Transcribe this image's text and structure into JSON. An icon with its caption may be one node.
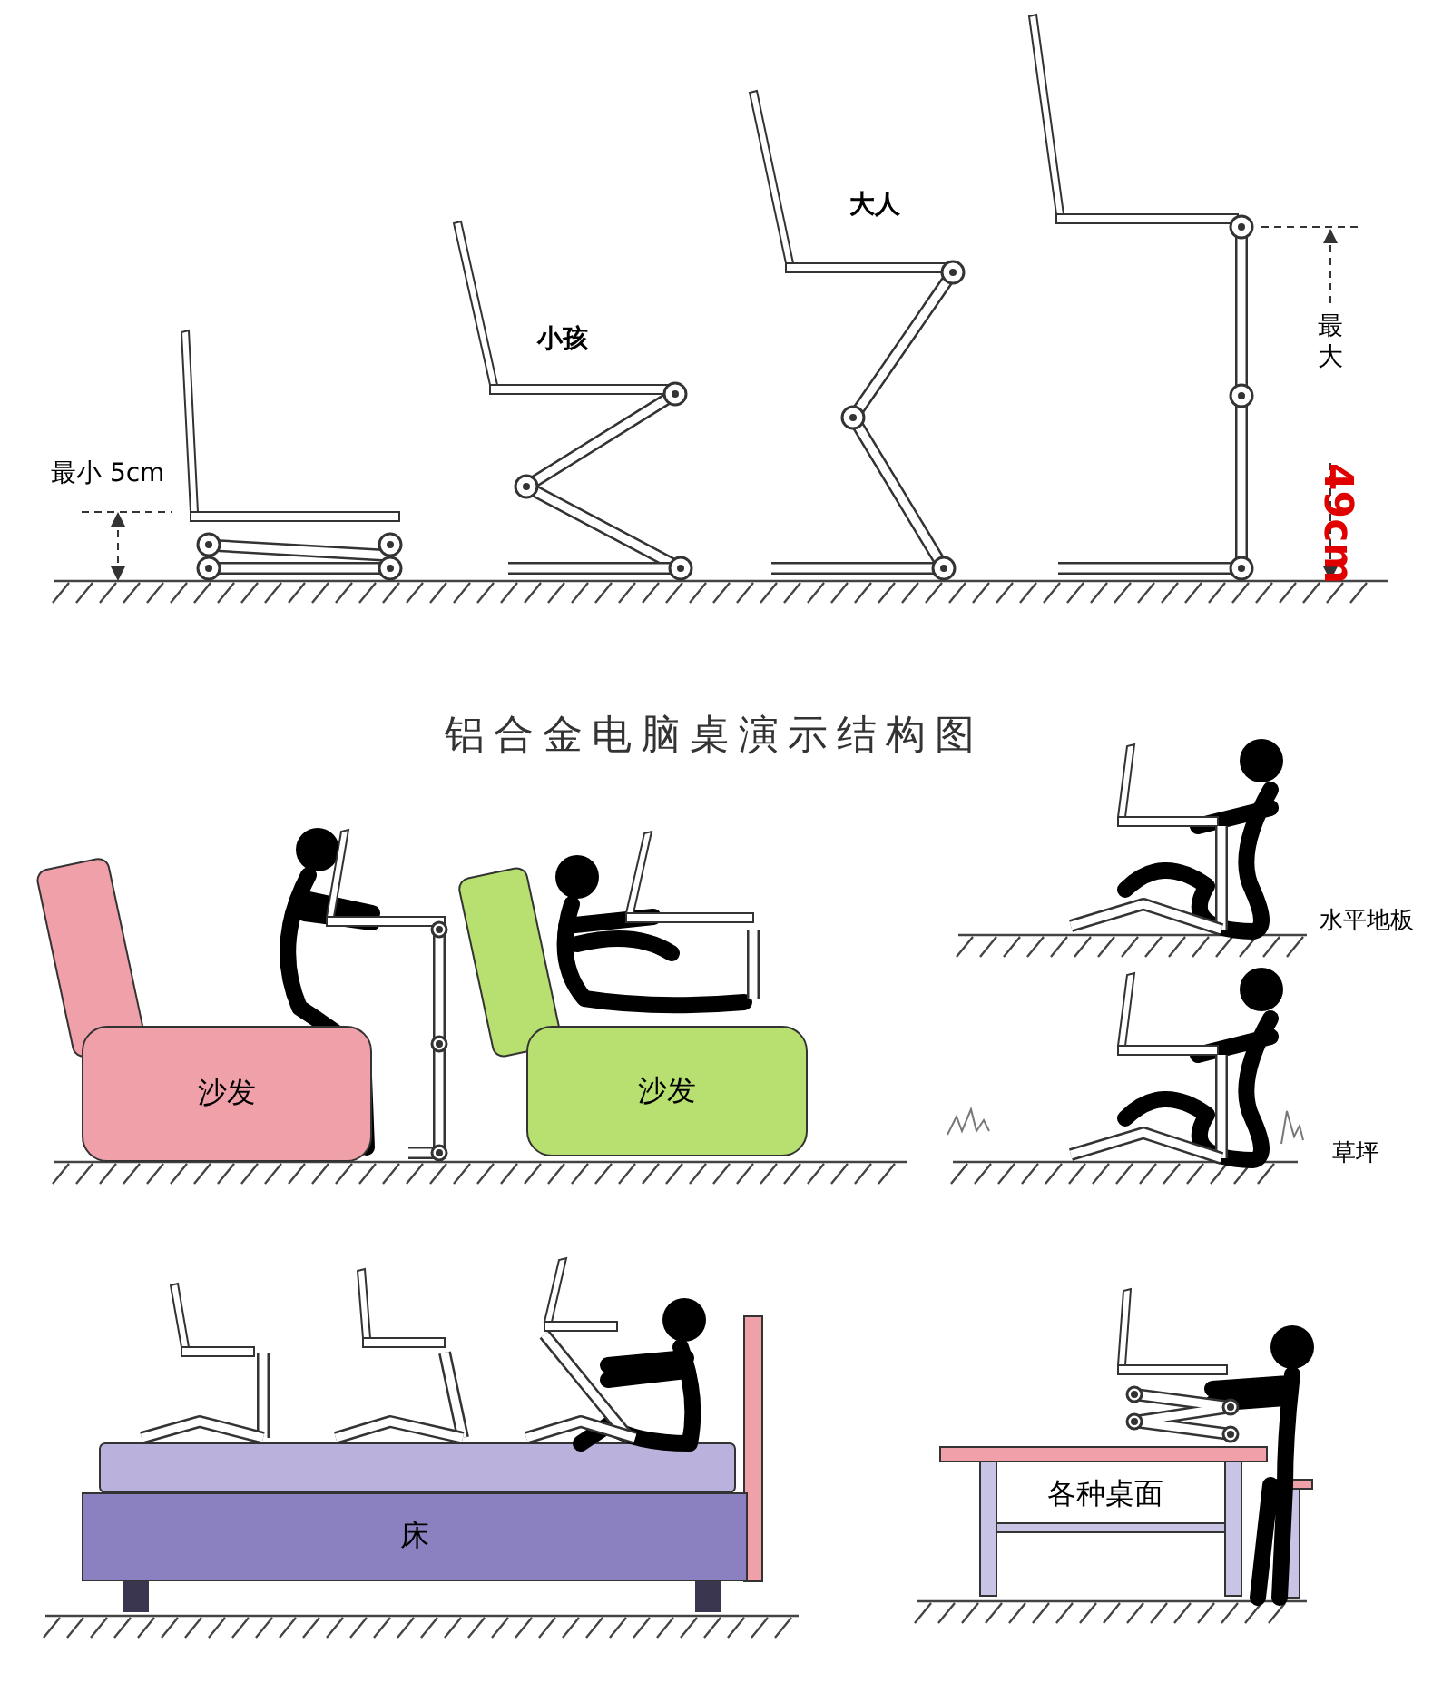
{
  "diagram": {
    "title": "铝合金电脑桌演示结构图",
    "nodes": [
      {
        "text": [
          "沙发"
        ]
      },
      {
        "text": [
          "沙发"
        ]
      },
      {
        "text": [
          "床"
        ]
      },
      {
        "text": [
          "各种桌面"
        ]
      }
    ],
    "labels": [
      "最小 5cm",
      "小孩",
      "大人",
      "最大",
      "49cm",
      "水平地板",
      "草坪"
    ]
  }
}
